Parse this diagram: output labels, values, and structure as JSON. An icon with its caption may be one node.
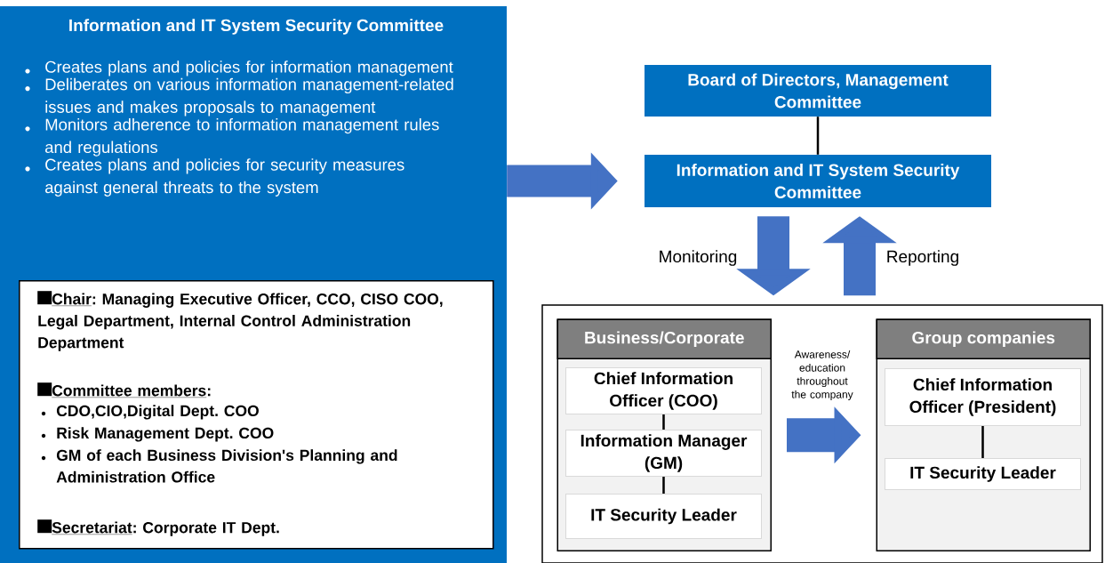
{
  "diagram": {
    "nodes": [
      {
        "text": [
          "Information and IT System Security Committee",
          "Creates plans and policies for information management",
          "Deliberates on various information management-related issues and makes proposals to management",
          "Monitors adherence to information management rules and regulations",
          "Creates plans and policies for security measures against general threats to the system"
        ]
      },
      {
        "text": [
          "Chair",
          ": Managing Executive Officer, CCO, CISO COO, Legal Department, Internal Control Administration Department",
          "Committee members",
          ":",
          "CDO,CIO,Digital Dept. COO",
          "Risk Management Dept. COO",
          "GM of each Business Division's Planning and Administration Office",
          "Secretariat",
          ": Corporate IT Dept."
        ],
        "in": 0
      },
      {
        "text": [
          "Board of Directors, Management Committee"
        ]
      },
      {
        "text": [
          "Information and IT System Security Committee"
        ]
      },
      {
        "text": [],
        "shape": "box"
      },
      {
        "text": [
          "Business/Corporate"
        ],
        "in": 4
      },
      {
        "text": [
          "Chief Information Officer (COO)"
        ],
        "in": 5
      },
      {
        "text": [
          "Information Manager (GM)"
        ],
        "in": 5
      },
      {
        "text": [
          "IT Security Leader"
        ],
        "in": 5
      },
      {
        "text": [
          "Group companies"
        ],
        "in": 4
      },
      {
        "text": [
          "Chief Information Officer (President)"
        ],
        "in": 9
      },
      {
        "text": [
          "IT Security Leader"
        ],
        "in": 9
      }
    ],
    "edges": [
      {
        "from": 0,
        "to": 3,
        "arrow": "to",
        "style": "thick",
        "color": "#4472c4"
      },
      {
        "from": 2,
        "to": 3,
        "arrow": "none",
        "color": "#000000"
      },
      {
        "from": 3,
        "to": 4,
        "arrow": "to",
        "label": "Monitoring",
        "style": "thick",
        "color": "#4472c4"
      },
      {
        "from": 4,
        "to": 3,
        "arrow": "to",
        "label": "Reporting",
        "style": "thick",
        "color": "#4472c4"
      },
      {
        "from": 6,
        "to": 7,
        "arrow": "none",
        "color": "#000000"
      },
      {
        "from": 7,
        "to": 8,
        "arrow": "none",
        "color": "#000000"
      },
      {
        "from": 5,
        "to": 9,
        "arrow": "to",
        "label": "Awareness/ education throughout the company",
        "style": "thick",
        "color": "#4472c4"
      },
      {
        "from": 10,
        "to": 11,
        "arrow": "none",
        "color": "#000000"
      }
    ]
  }
}
